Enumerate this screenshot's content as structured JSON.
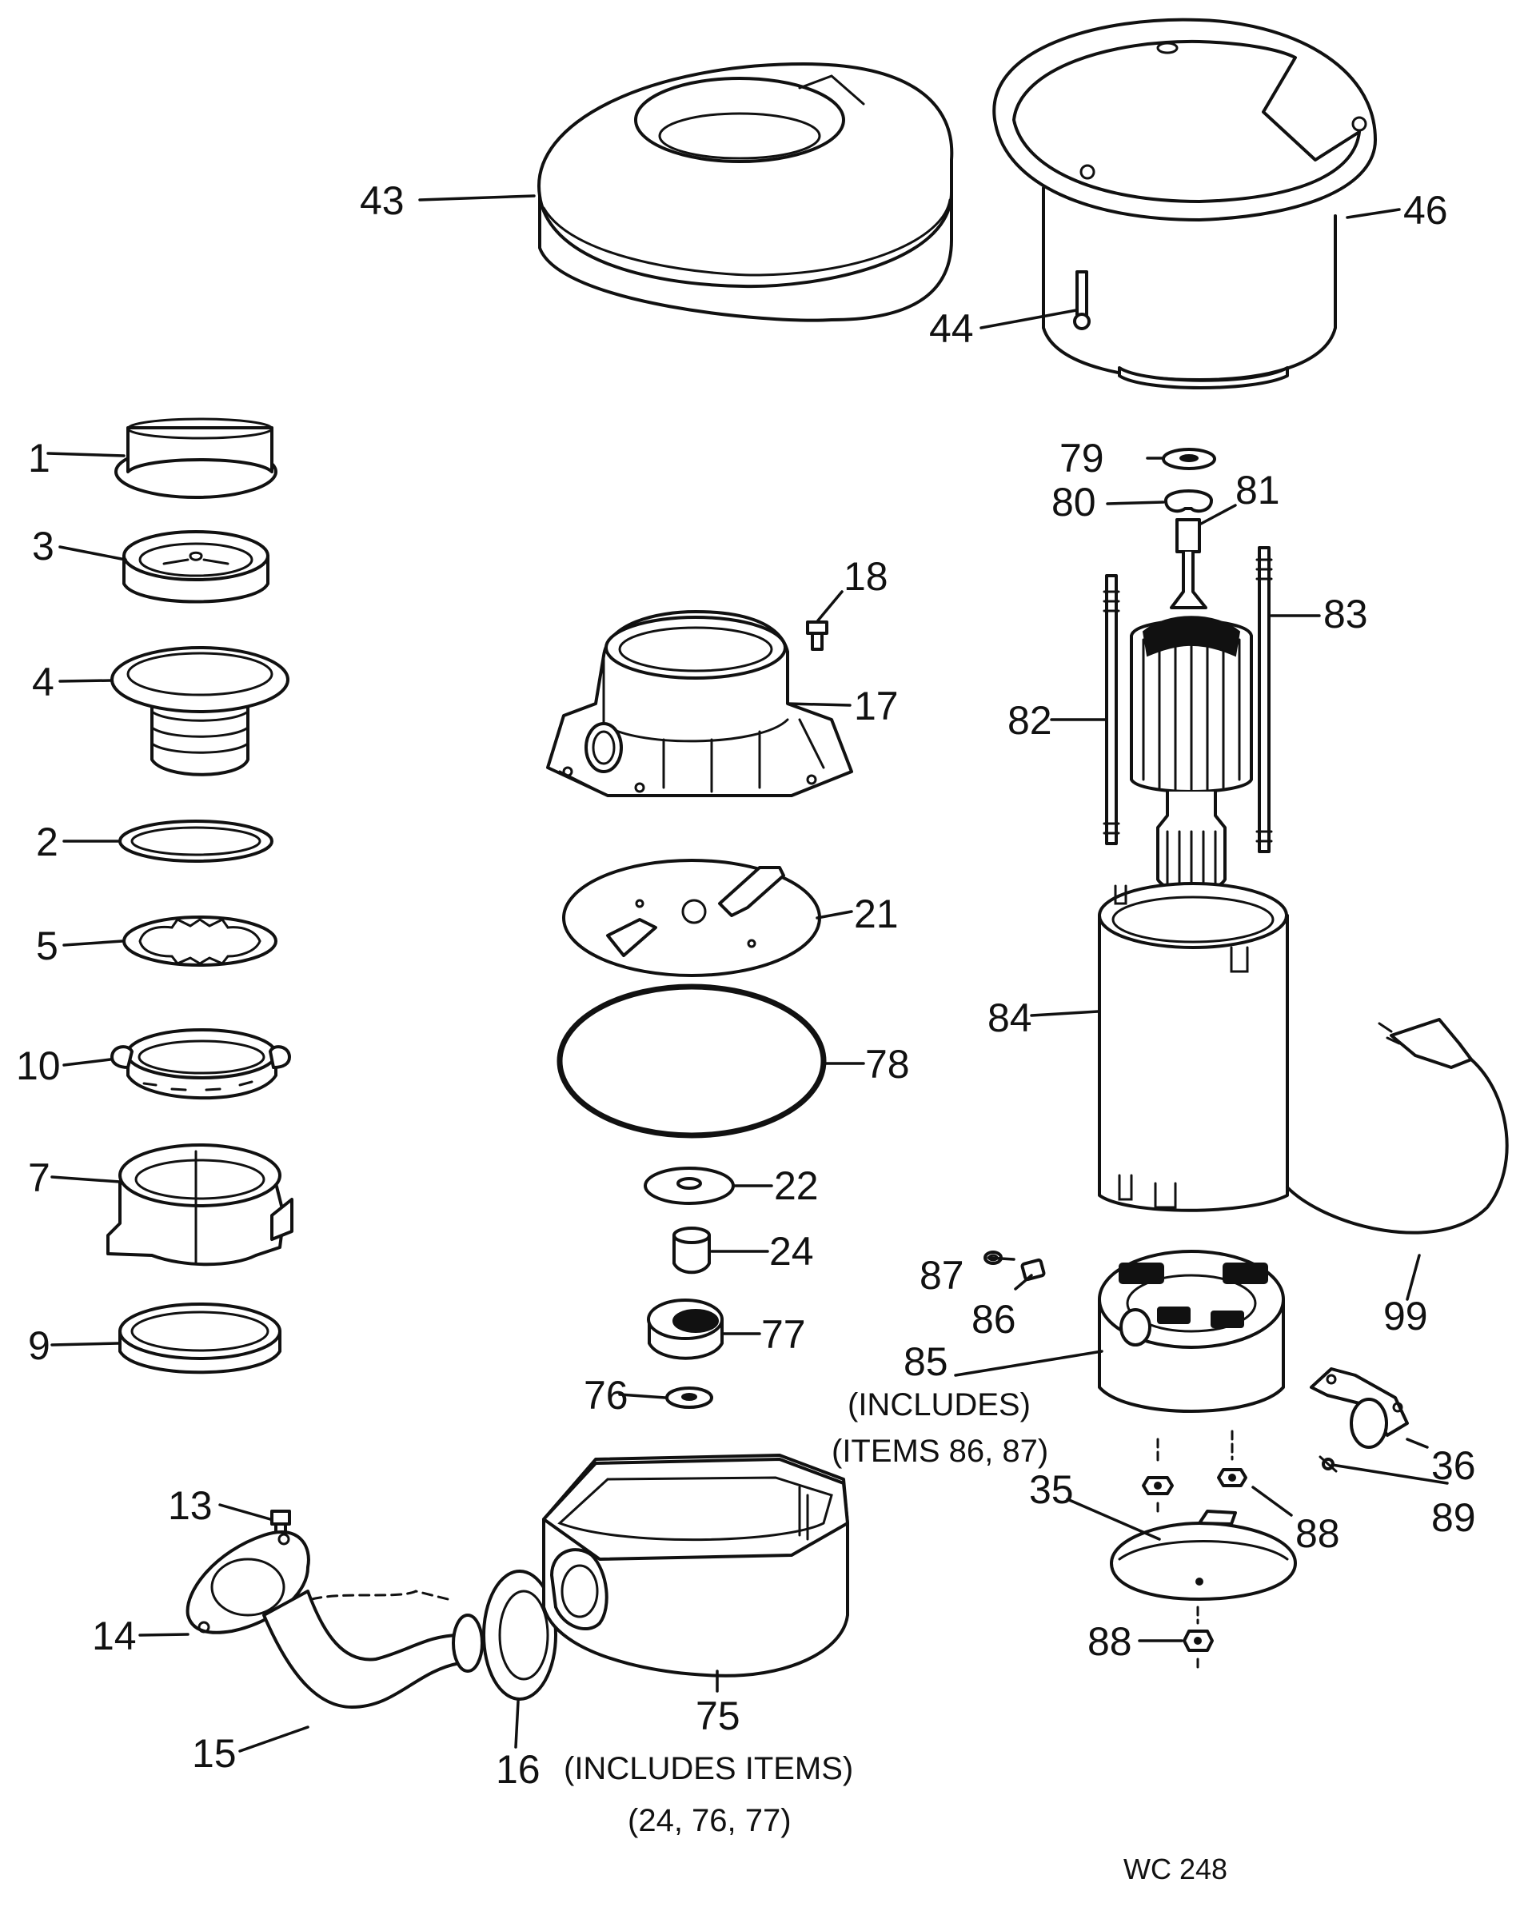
{
  "labels": {
    "p1": "1",
    "p2": "2",
    "p3": "3",
    "p4": "4",
    "p5": "5",
    "p7": "7",
    "p9": "9",
    "p10": "10",
    "p13": "13",
    "p14": "14",
    "p15": "15",
    "p16": "16",
    "p17": "17",
    "p18": "18",
    "p21": "21",
    "p22": "22",
    "p24": "24",
    "p35": "35",
    "p36": "36",
    "p43": "43",
    "p44": "44",
    "p46": "46",
    "p75": "75",
    "p76": "76",
    "p77": "77",
    "p78": "78",
    "p79": "79",
    "p80": "80",
    "p81": "81",
    "p82": "82",
    "p83": "83",
    "p84": "84",
    "p85": "85",
    "p86": "86",
    "p87": "87",
    "p88a": "88",
    "p88b": "88",
    "p89": "89",
    "p99": "99"
  },
  "notes": {
    "n85_line1": "(INCLUDES)",
    "n85_line2": "(ITEMS 86, 87)",
    "n75_line1": "(INCLUDES ITEMS)",
    "n75_line2": "(24, 76, 77)"
  },
  "drawing_code": "WC 248"
}
